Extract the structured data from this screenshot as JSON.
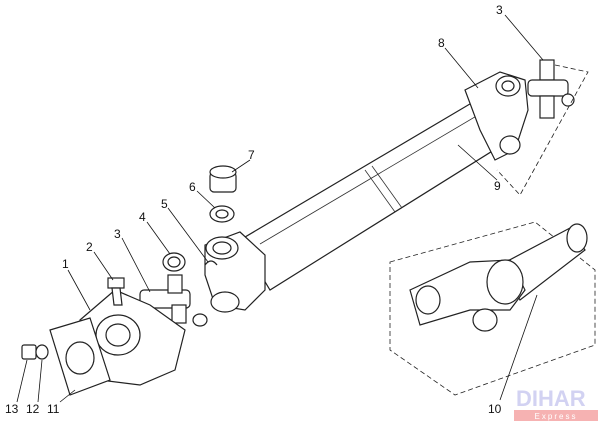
{
  "diagram": {
    "callouts": [
      {
        "id": "1",
        "label": "1"
      },
      {
        "id": "2",
        "label": "2"
      },
      {
        "id": "3a",
        "label": "3"
      },
      {
        "id": "4",
        "label": "4"
      },
      {
        "id": "5",
        "label": "5"
      },
      {
        "id": "6",
        "label": "6"
      },
      {
        "id": "7",
        "label": "7"
      },
      {
        "id": "8",
        "label": "8"
      },
      {
        "id": "3b",
        "label": "3"
      },
      {
        "id": "9",
        "label": "9"
      },
      {
        "id": "10",
        "label": "10"
      },
      {
        "id": "11",
        "label": "11"
      },
      {
        "id": "12",
        "label": "12"
      },
      {
        "id": "13",
        "label": "13"
      }
    ]
  },
  "watermark": {
    "name": "DIHAR",
    "sub": "Express",
    "colors": {
      "main": "#c8c8f0",
      "band": "#f4a0a0"
    }
  }
}
